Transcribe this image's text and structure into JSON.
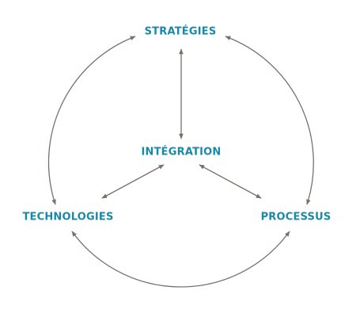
{
  "colors": {
    "label": "#1a89a8",
    "arrow": "#7b6f6d"
  },
  "nodes": {
    "strategies": "STRATÉGIES",
    "integration": "INTÉGRATION",
    "technologies": "TECHNOLOGIES",
    "processus": "PROCESSUS"
  },
  "edges": [
    {
      "from": "strategies",
      "to": "integration",
      "bidirectional": true
    },
    {
      "from": "integration",
      "to": "technologies",
      "bidirectional": true
    },
    {
      "from": "integration",
      "to": "processus",
      "bidirectional": true
    },
    {
      "from": "strategies",
      "to": "processus",
      "bidirectional": true
    },
    {
      "from": "strategies",
      "to": "technologies",
      "bidirectional": true
    },
    {
      "from": "technologies",
      "to": "processus",
      "bidirectional": true
    }
  ]
}
